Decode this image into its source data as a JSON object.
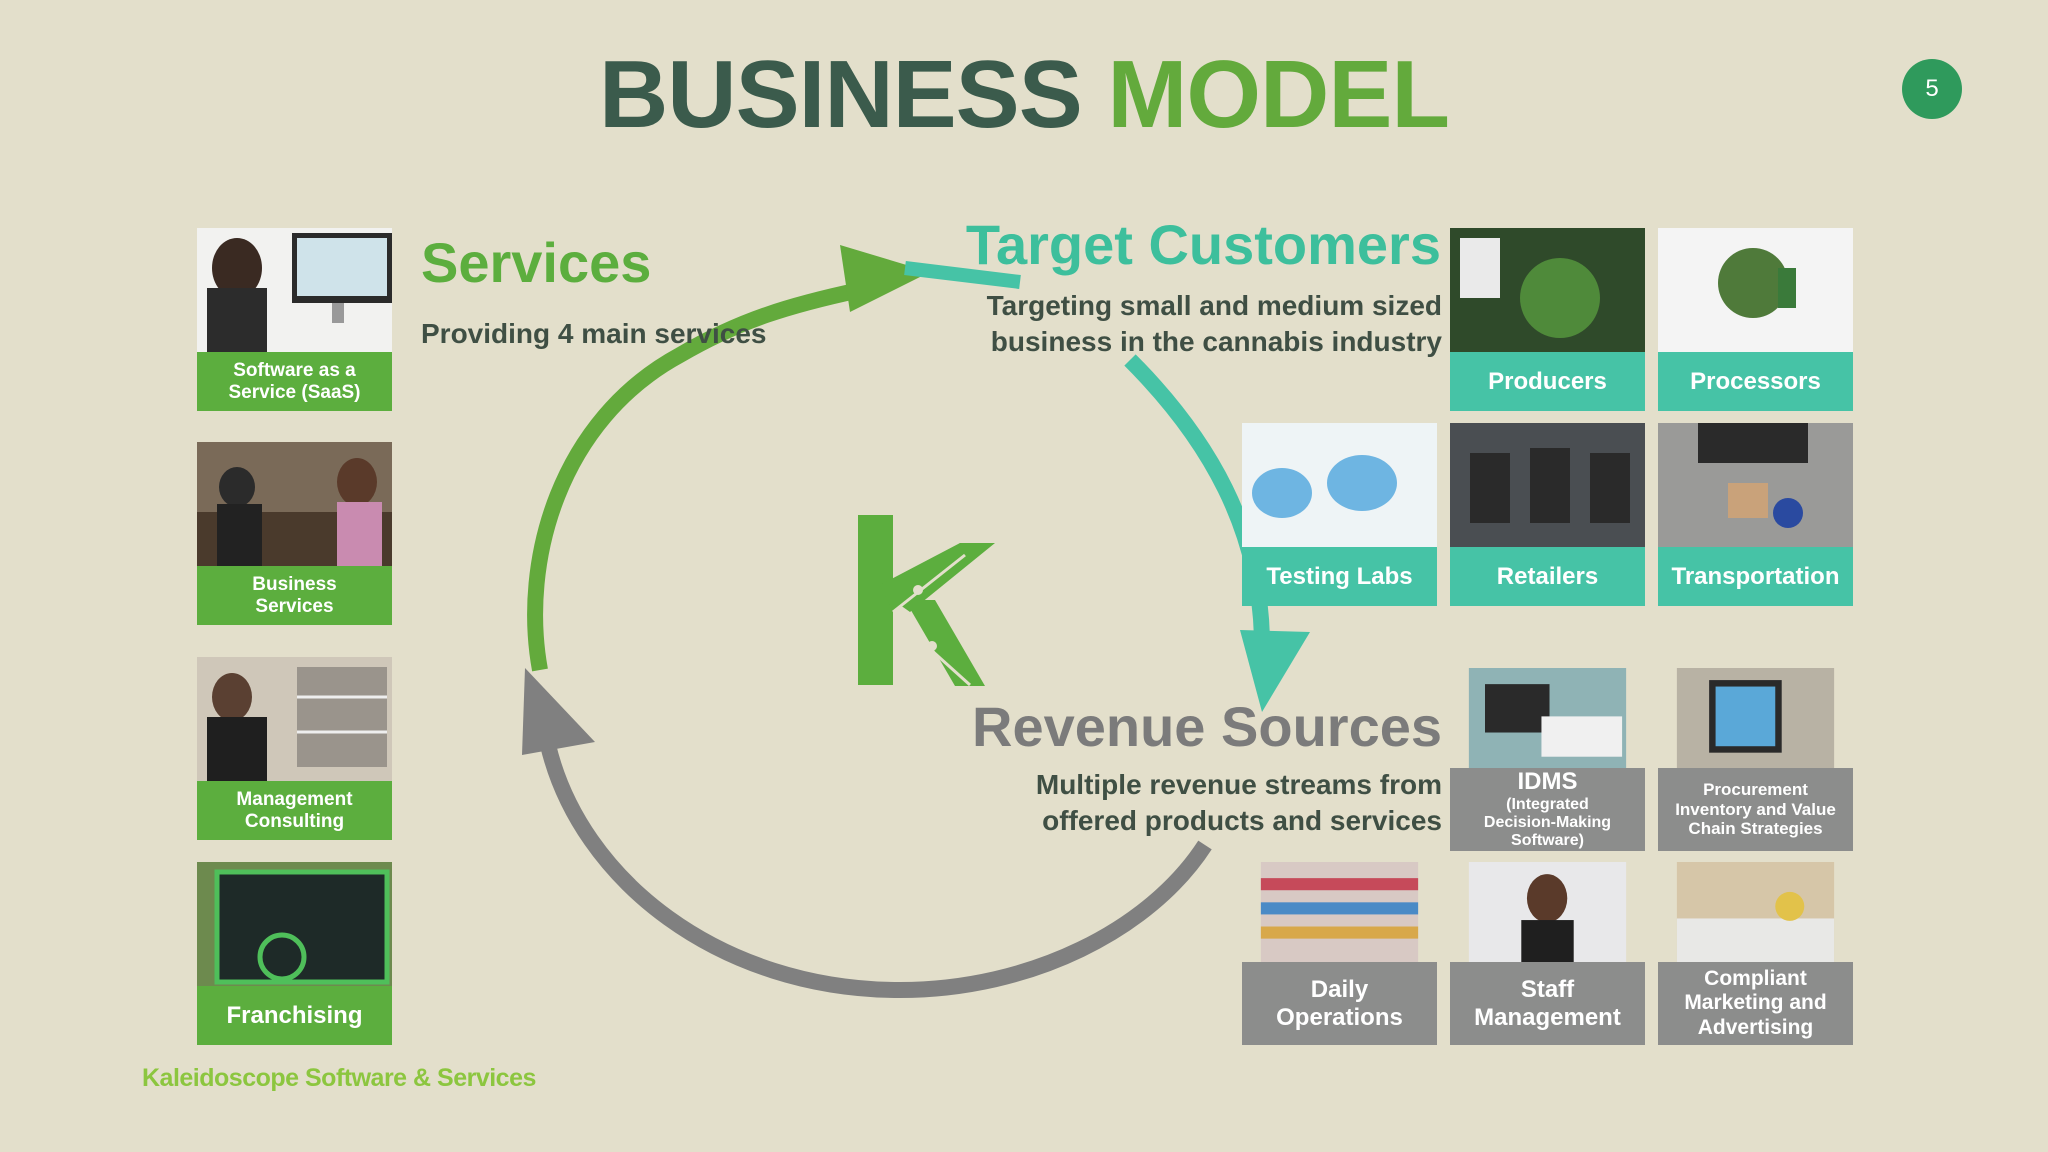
{
  "title": {
    "word1": "BUSINESS",
    "word2": "MODEL"
  },
  "page_number": "5",
  "services": {
    "heading": "Services",
    "subtitle": "Providing 4 main services",
    "items": [
      {
        "label_line1": "Software as a",
        "label_line2": "Service (SaaS)"
      },
      {
        "label_line1": "Business",
        "label_line2": "Services"
      },
      {
        "label_line1": "Management",
        "label_line2": "Consulting"
      },
      {
        "label_line1": "Franchising",
        "label_line2": ""
      }
    ]
  },
  "target_customers": {
    "heading": "Target Customers",
    "subtitle_line1": "Targeting small and medium sized",
    "subtitle_line2": "business in the cannabis industry",
    "items": [
      "Producers",
      "Processors",
      "Testing Labs",
      "Retailers",
      "Transportation"
    ]
  },
  "revenue_sources": {
    "heading": "Revenue Sources",
    "subtitle_line1": "Multiple revenue streams from",
    "subtitle_line2": "offered products and services",
    "idms": {
      "title": "IDMS",
      "line1": "(Integrated",
      "line2": "Decision-Making",
      "line3": "Software)"
    },
    "procurement": {
      "line1": "Procurement",
      "line2": "Inventory and Value",
      "line3": "Chain Strategies"
    },
    "daily": {
      "line1": "Daily",
      "line2": "Operations"
    },
    "staff": {
      "line1": "Staff",
      "line2": "Management"
    },
    "compliant": {
      "line1": "Compliant",
      "line2": "Marketing and",
      "line3": "Advertising"
    }
  },
  "footer": "Kaleidoscope Software & Services",
  "colors": {
    "green": "#5cae3e",
    "teal": "#46c3a6",
    "gray": "#8c8d8c",
    "dark_green": "#3b5b4c",
    "background": "#e3dfcb"
  },
  "logo_letter": "k"
}
